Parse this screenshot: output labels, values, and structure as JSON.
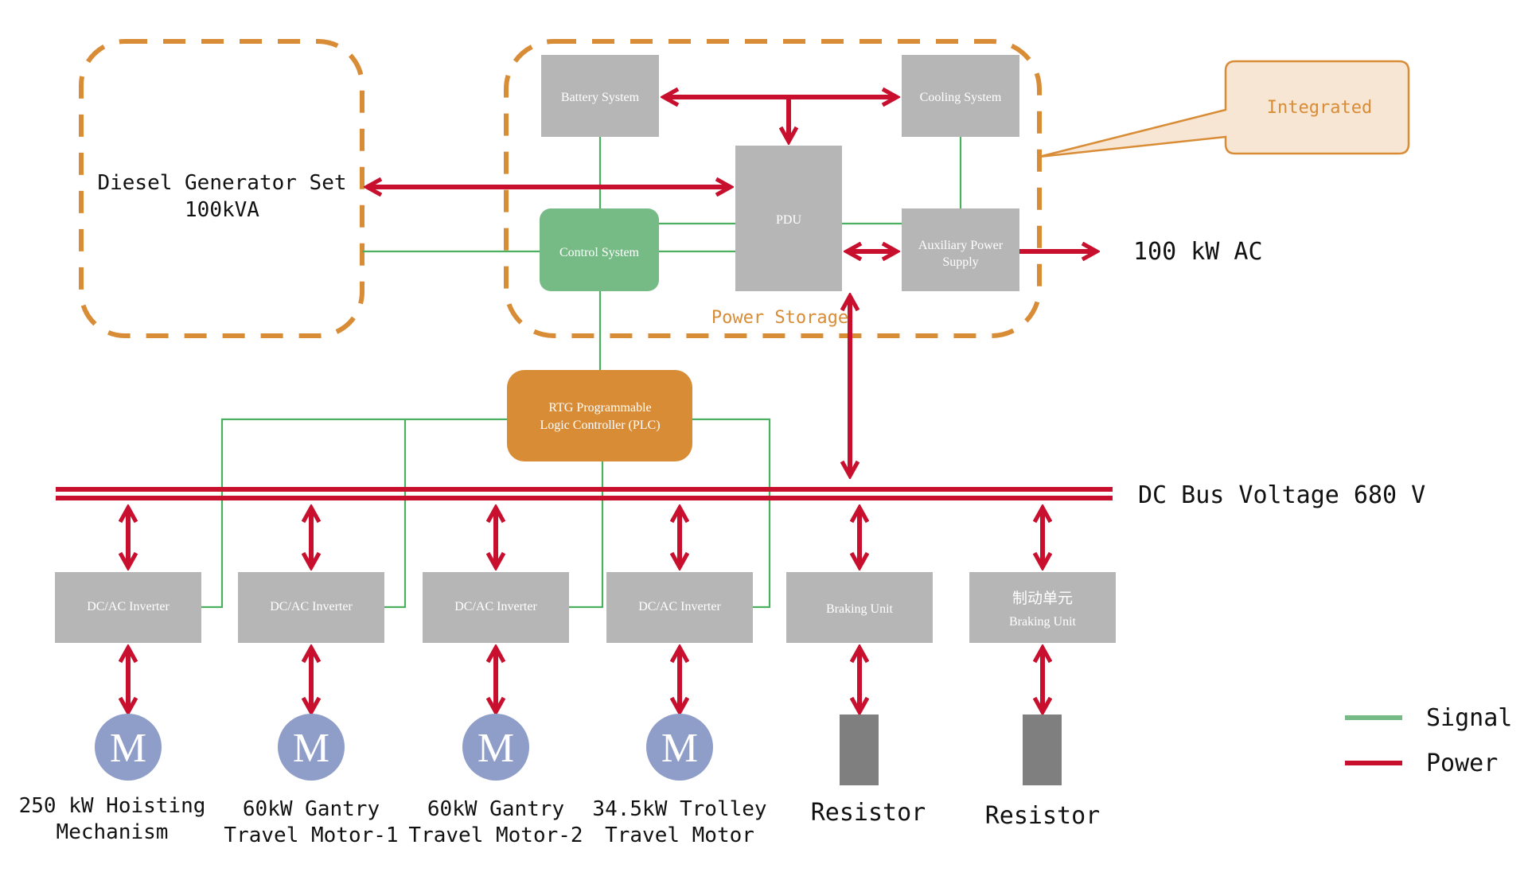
{
  "colors": {
    "signal": "#4caf5f",
    "power": "#c8102e",
    "grey_box": "#b6b6b6",
    "control_green": "#76bb85",
    "plc_orange": "#d98c36",
    "motor_blue": "#8f9dc9",
    "resistor": "#7f7f80",
    "callout_fill": "#f8e6d4",
    "dashed": "#d98c36"
  },
  "diesel": {
    "title": "Diesel Generator Set",
    "rating": "100kVA"
  },
  "power_storage": {
    "label": "Power Storage",
    "battery": "Battery System",
    "cooling": "Cooling System",
    "pdu": "PDU",
    "control": "Control System",
    "aux_line1": "Auxiliary Power",
    "aux_line2": "Supply"
  },
  "callout": {
    "text": "Integrated"
  },
  "ac_output": "100 kW AC",
  "plc": {
    "line1": "RTG Programmable",
    "line2": "Logic Controller (PLC)"
  },
  "bus": {
    "label": "DC Bus Voltage 680 V"
  },
  "drives": [
    {
      "box": "DC/AC Inverter",
      "motor": "M",
      "label1": "250 kW Hoisting",
      "label2": "Mechanism"
    },
    {
      "box": "DC/AC Inverter",
      "motor": "M",
      "label1": "60kW Gantry",
      "label2": "Travel Motor-1"
    },
    {
      "box": "DC/AC Inverter",
      "motor": "M",
      "label1": "60kW Gantry",
      "label2": "Travel Motor-2"
    },
    {
      "box": "DC/AC Inverter",
      "motor": "M",
      "label1": "34.5kW Trolley",
      "label2": "Travel Motor"
    }
  ],
  "brakes": [
    {
      "box_cn": "",
      "box": "Braking Unit",
      "label": "Resistor"
    },
    {
      "box_cn": "制动单元",
      "box": "Braking Unit",
      "label": "Resistor"
    }
  ],
  "legend": [
    {
      "name": "Signal",
      "color_key": "signal"
    },
    {
      "name": "Power",
      "color_key": "power"
    }
  ]
}
